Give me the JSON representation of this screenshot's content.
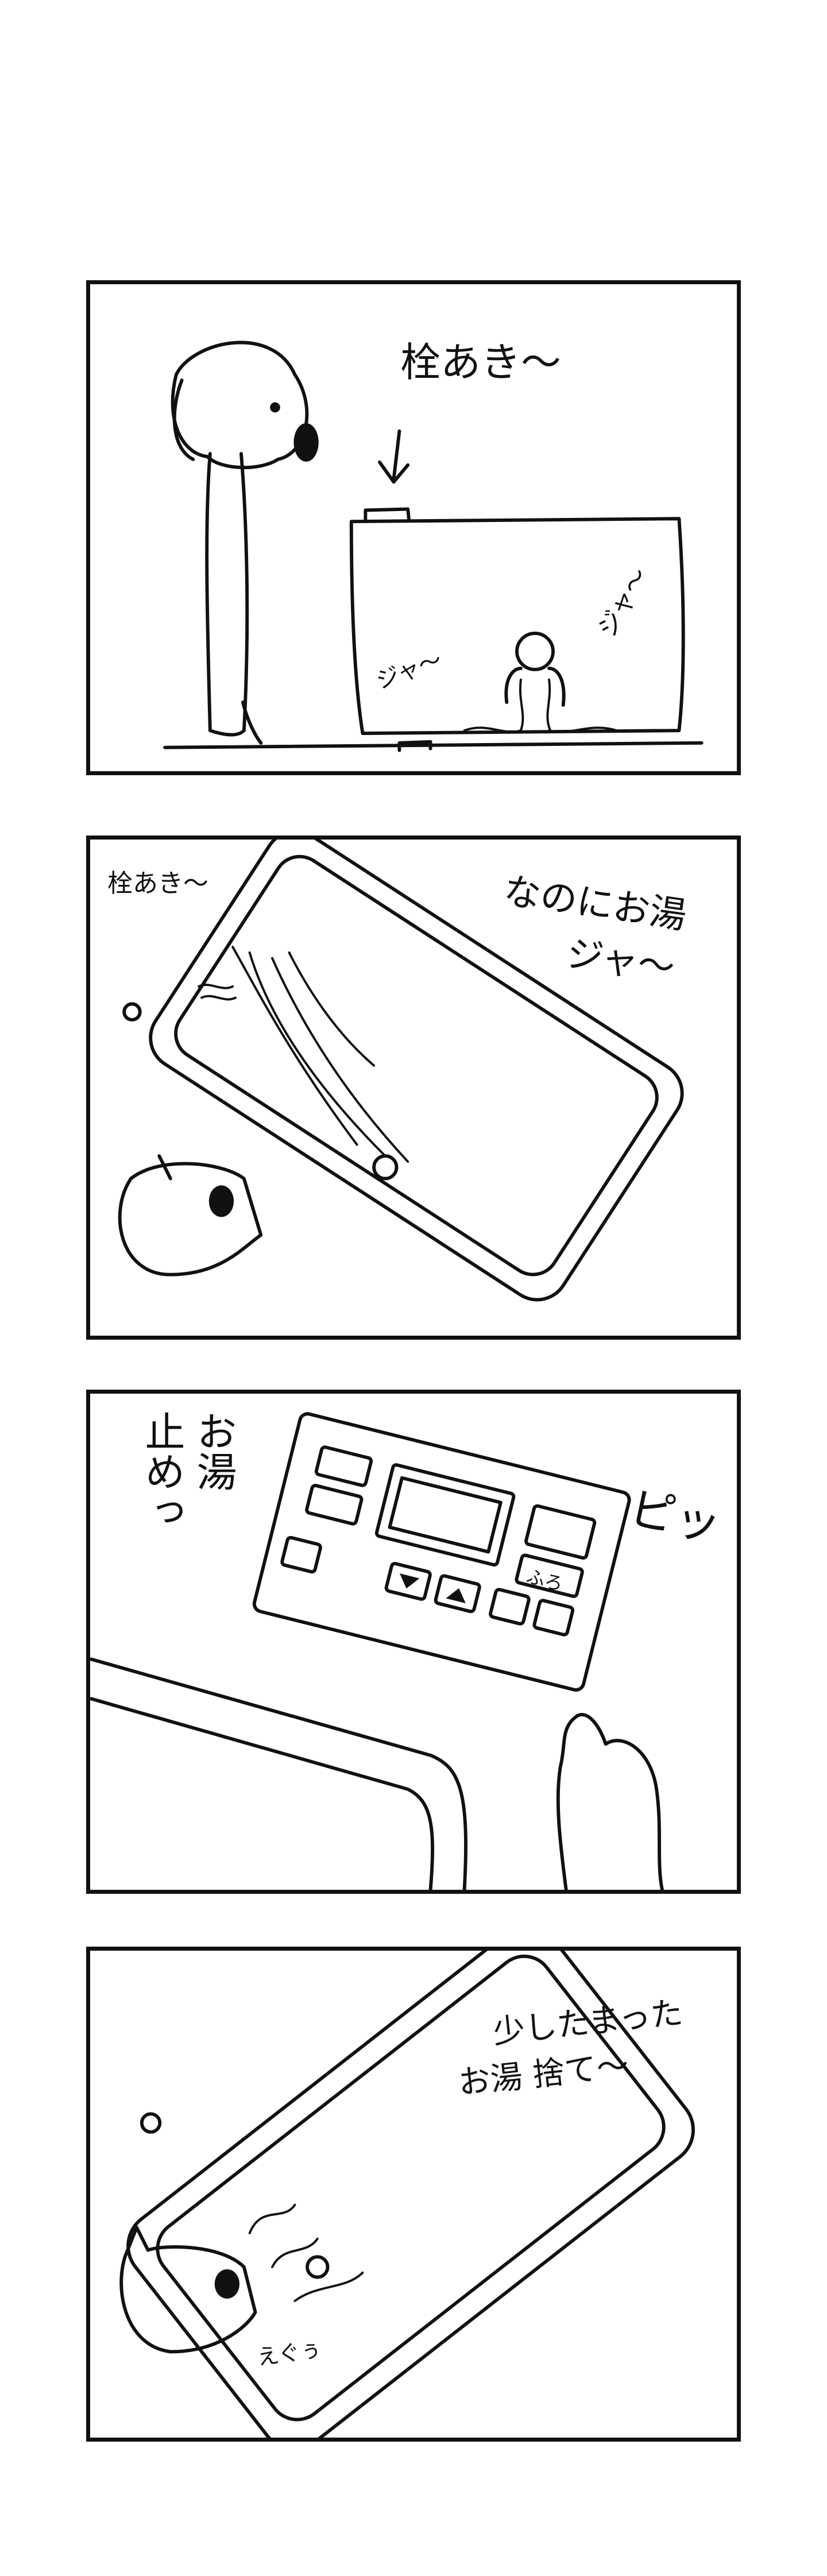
{
  "panels": [
    {
      "texts": [
        "栓あき〜",
        "ジャ〜",
        "ジャ〜"
      ]
    },
    {
      "texts": [
        "栓あき〜",
        "なのにお湯",
        "ジャ〜"
      ]
    },
    {
      "texts": [
        "お湯",
        "止めっ",
        "ピッ",
        "ふろ"
      ]
    },
    {
      "texts": [
        "少したまった",
        "お湯 捨て〜",
        "えぐぅ"
      ]
    }
  ]
}
